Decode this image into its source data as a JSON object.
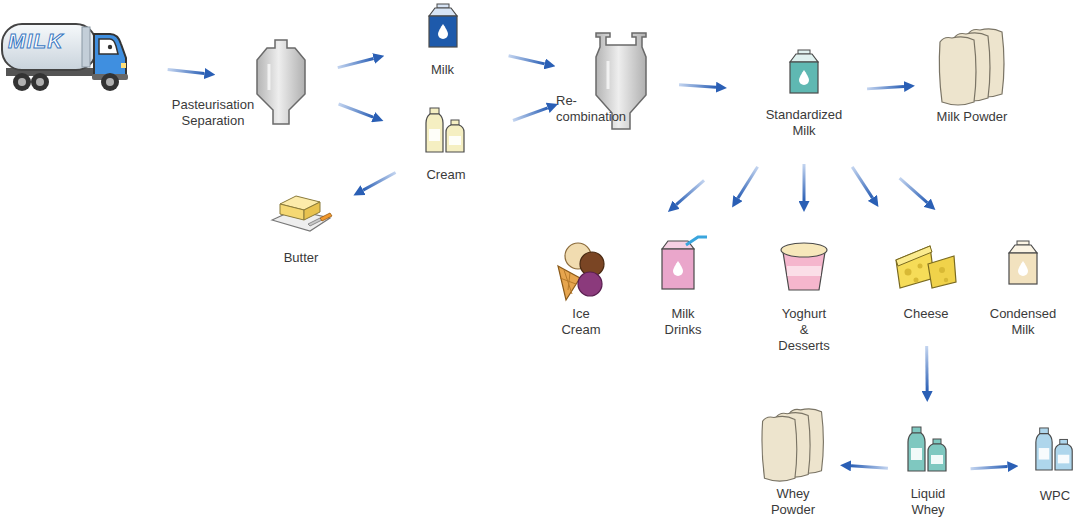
{
  "diagram": {
    "nodes": [
      {
        "text": [
          "MILK"
        ]
      },
      {
        "text": [
          "Pasteurisation Separation"
        ]
      },
      {
        "text": [
          "Milk"
        ]
      },
      {
        "text": [
          "Cream"
        ]
      },
      {
        "text": [
          "Butter"
        ]
      },
      {
        "text": [
          "Re- combination"
        ]
      },
      {
        "text": [
          "Standardized Milk"
        ]
      },
      {
        "text": [
          "Milk Powder"
        ]
      },
      {
        "text": [
          "Ice Cream"
        ]
      },
      {
        "text": [
          "Milk Drinks"
        ]
      },
      {
        "text": [
          "Yoghurt & Desserts"
        ]
      },
      {
        "text": [
          "Cheese"
        ]
      },
      {
        "text": [
          "Condensed Milk"
        ]
      },
      {
        "text": [
          "Whey Powder"
        ]
      },
      {
        "text": [
          "Liquid Whey"
        ]
      },
      {
        "text": [
          "WPC"
        ]
      }
    ],
    "edges": [
      {
        "from": 0,
        "to": 1,
        "arrow": "to"
      },
      {
        "from": 1,
        "to": 2,
        "arrow": "to"
      },
      {
        "from": 1,
        "to": 3,
        "arrow": "to"
      },
      {
        "from": 3,
        "to": 4,
        "arrow": "to"
      },
      {
        "from": 2,
        "to": 5,
        "arrow": "to"
      },
      {
        "from": 3,
        "to": 5,
        "arrow": "to"
      },
      {
        "from": 5,
        "to": 6,
        "arrow": "to"
      },
      {
        "from": 6,
        "to": 7,
        "arrow": "to"
      },
      {
        "from": 6,
        "to": 8,
        "arrow": "to"
      },
      {
        "from": 6,
        "to": 9,
        "arrow": "to"
      },
      {
        "from": 6,
        "to": 10,
        "arrow": "to"
      },
      {
        "from": 6,
        "to": 11,
        "arrow": "to"
      },
      {
        "from": 6,
        "to": 12,
        "arrow": "to"
      },
      {
        "from": 11,
        "to": 14,
        "arrow": "to"
      },
      {
        "from": 14,
        "to": 13,
        "arrow": "to"
      },
      {
        "from": 14,
        "to": 15,
        "arrow": "to"
      }
    ]
  }
}
